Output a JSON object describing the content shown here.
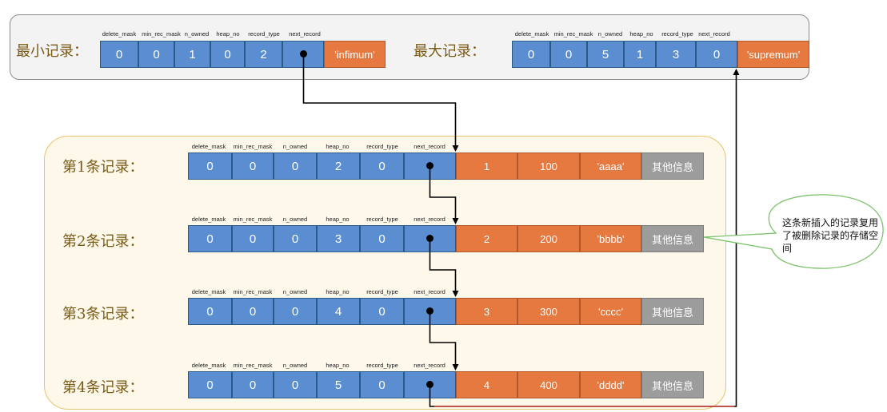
{
  "top": {
    "min_label": "最小记录：",
    "max_label": "最大记录：",
    "headers": [
      "delete_mask",
      "min_rec_mask",
      "n_owned",
      "heap_no",
      "record_type",
      "next_record"
    ],
    "infimum": {
      "values": [
        "0",
        "0",
        "1",
        "0",
        "2",
        ""
      ],
      "data": "'infimum'"
    },
    "supremum": {
      "values": [
        "0",
        "0",
        "5",
        "1",
        "3",
        "0"
      ],
      "data": "'supremum'"
    }
  },
  "records": [
    {
      "label": "第1条记录：",
      "headers": [
        "delete_mask",
        "min_rec_mask",
        "n_owned",
        "heap_no",
        "record_type",
        "next_record"
      ],
      "values": [
        "0",
        "0",
        "0",
        "2",
        "0",
        ""
      ],
      "data": [
        "1",
        "100",
        "'aaaa'",
        "其他信息"
      ]
    },
    {
      "label": "第2条记录：",
      "headers": [
        "delete_mask",
        "min_rec_mask",
        "n_owned",
        "heap_no",
        "record_type",
        "next_record"
      ],
      "values": [
        "0",
        "0",
        "0",
        "3",
        "0",
        ""
      ],
      "data": [
        "2",
        "200",
        "'bbbb'",
        "其他信息"
      ]
    },
    {
      "label": "第3条记录：",
      "headers": [
        "delete_mask",
        "min_rec_mask",
        "n_owned",
        "heap_no",
        "record_type",
        "next_record"
      ],
      "values": [
        "0",
        "0",
        "0",
        "4",
        "0",
        ""
      ],
      "data": [
        "3",
        "300",
        "'cccc'",
        "其他信息"
      ]
    },
    {
      "label": "第4条记录：",
      "headers": [
        "delete_mask",
        "min_rec_mask",
        "n_owned",
        "heap_no",
        "record_type",
        "next_record"
      ],
      "values": [
        "0",
        "0",
        "0",
        "5",
        "0",
        ""
      ],
      "data": [
        "4",
        "400",
        "'dddd'",
        "其他信息"
      ]
    }
  ],
  "callout": {
    "text": "这条新插入的记录复用了被删除记录的存储空间"
  },
  "colors": {
    "header_blue": "#5b8ed1",
    "data_orange": "#e5793f",
    "other_gray": "#9c9c9c",
    "outer_panel_border": "#e9c46a",
    "callout_border": "#7cc26a",
    "pointer_red": "#e53935"
  }
}
